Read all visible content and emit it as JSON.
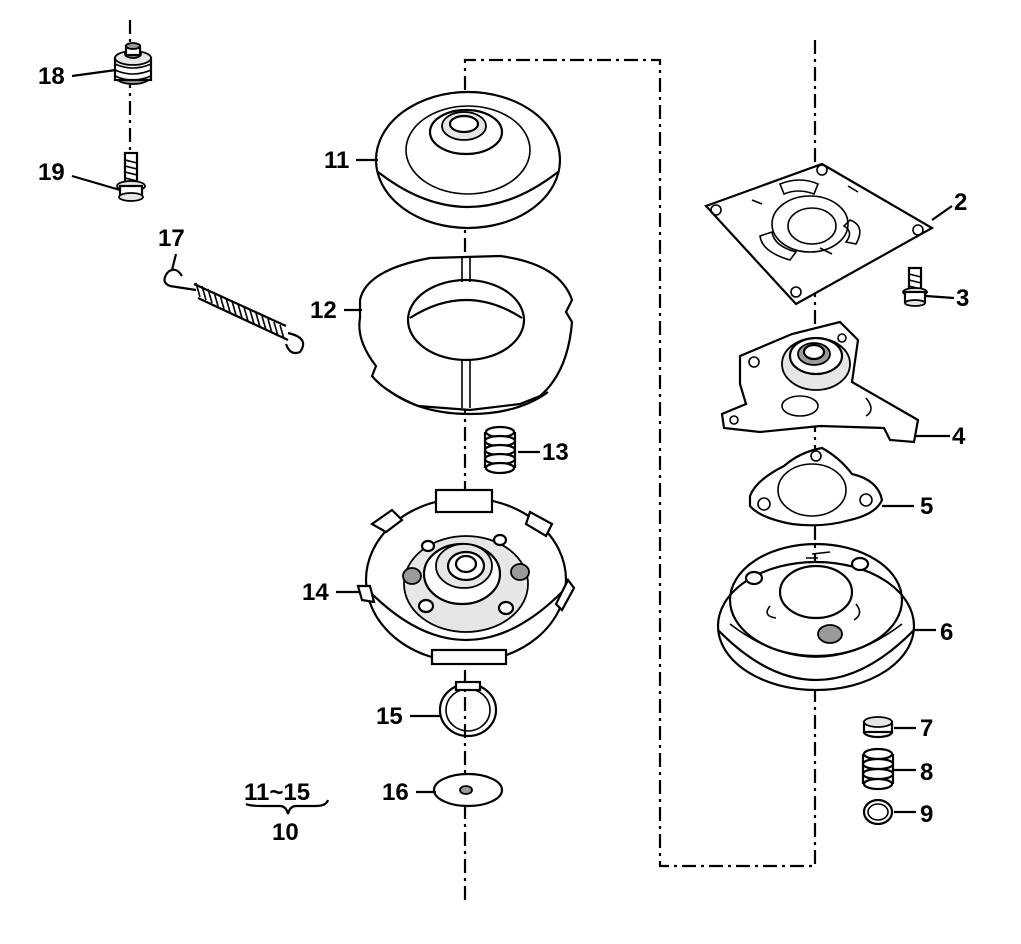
{
  "labels": {
    "p2": "2",
    "p3": "3",
    "p4": "4",
    "p5": "5",
    "p6": "6",
    "p7": "7",
    "p8": "8",
    "p9": "9",
    "p10": "10",
    "p11": "11",
    "p12": "12",
    "p13": "13",
    "p14": "14",
    "p15": "15",
    "p16": "16",
    "p17": "17",
    "p18": "18",
    "p19": "19",
    "group_range": "11~15"
  }
}
